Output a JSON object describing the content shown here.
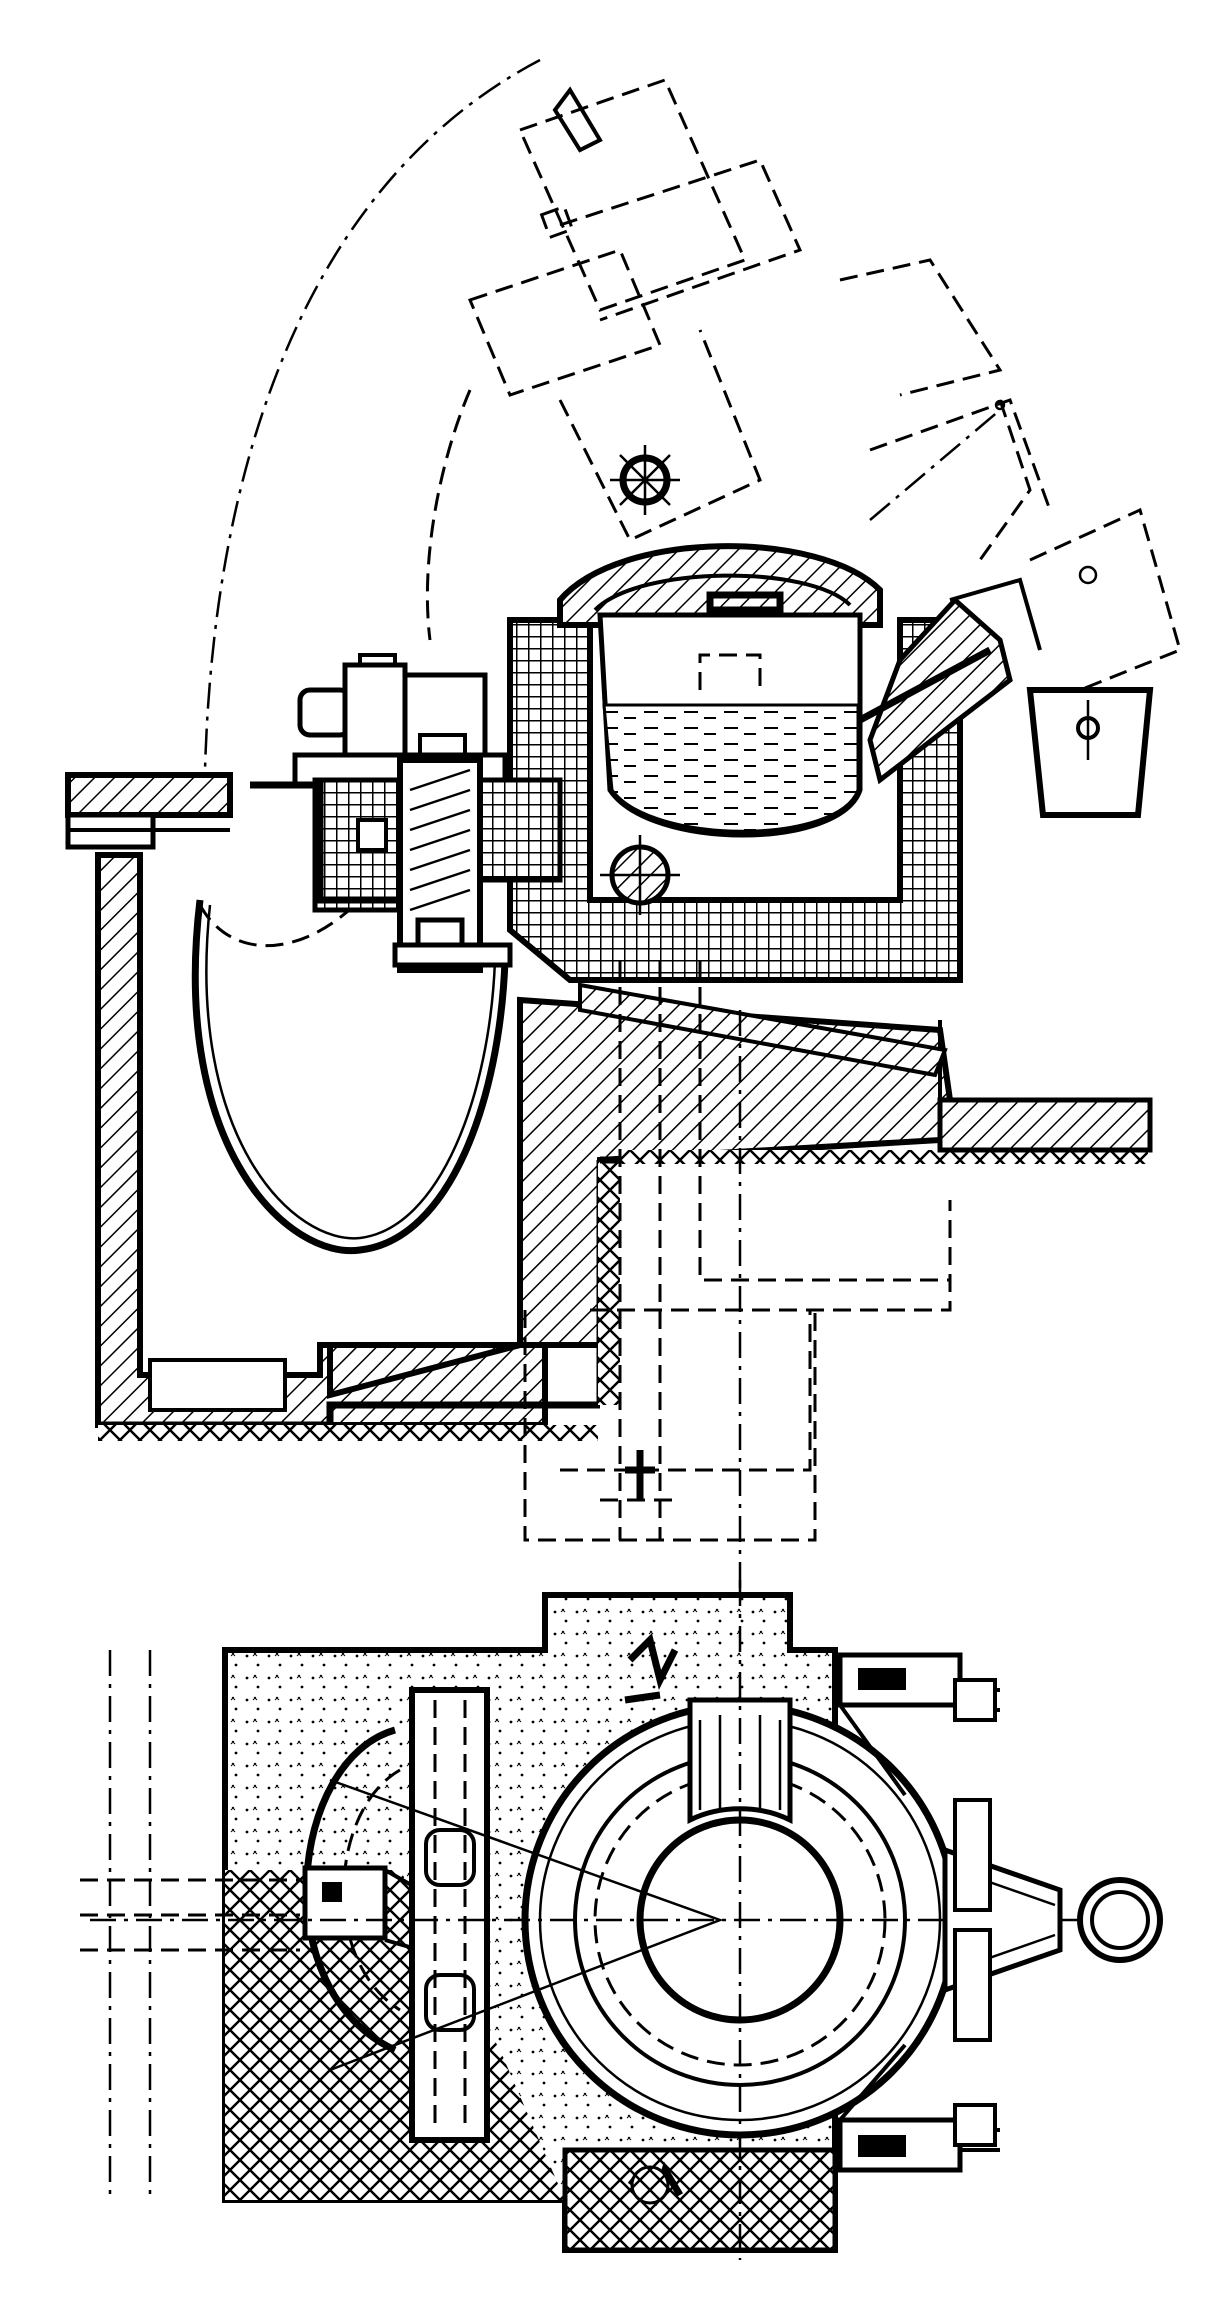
{
  "figure": {
    "style": "technical-line-drawing",
    "colors": {
      "ink": "#000000",
      "paper": "#ffffff"
    },
    "views": [
      "side-section",
      "plan-view"
    ]
  }
}
